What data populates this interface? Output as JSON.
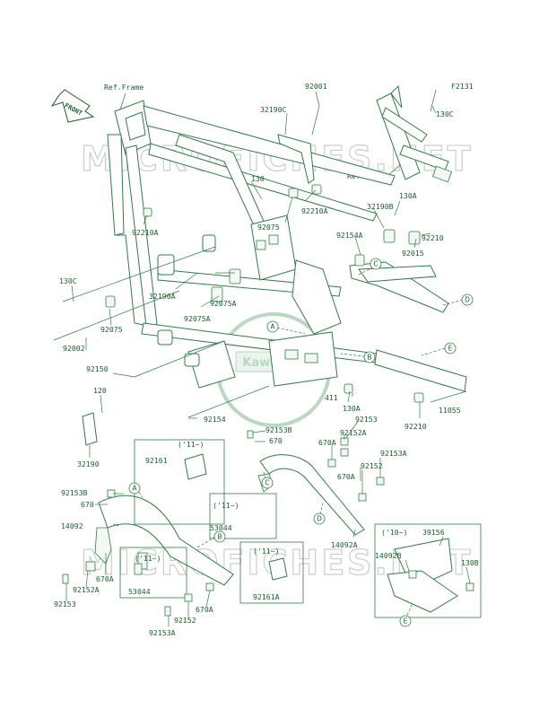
{
  "figure_code": "F2131",
  "front_label": "FRONT",
  "ref_frame_label": "Ref.Frame",
  "watermark_text": "MICROFICHES.NET",
  "logo_text": "Kawasaki",
  "accent_color": "#2e7d45",
  "part_labels": {
    "p92001": "92001",
    "p32190C": "32190C",
    "p130_top": "130",
    "p92210A_mid": "92210A",
    "p92075_top": "92075",
    "p92210A_left": "92210A",
    "p130C_right": "130C",
    "p130A_right": "130A",
    "p32190B": "32190B",
    "p92210_right": "92210",
    "p92154A": "92154A",
    "p92015": "92015",
    "p130C_left": "130C",
    "p32190A": "32190A",
    "p92075A_1": "92075A",
    "p92075A_2": "92075A",
    "p92075_left": "92075",
    "p92002": "92002",
    "p92150": "92150",
    "p120": "120",
    "p92154": "92154",
    "p411": "411",
    "p130A_mid": "130A",
    "p92153_mid": "92153",
    "p92210_mid": "92210",
    "p11055": "11055",
    "p32190": "32190",
    "p92153B_top": "92153B",
    "p670_top": "670",
    "p92152A_mid": "92152A",
    "p670A_mid": "670A",
    "p92153A_right": "92153A",
    "p92152_right": "92152",
    "p670A_right": "670A",
    "p14092A": "14092A",
    "p92161": "92161",
    "p92153B_left": "92153B",
    "p670_left": "670",
    "p14092": "14092",
    "p53044_center": "53044",
    "p53044_left": "53044",
    "p670A_left": "670A",
    "p92152A_left": "92152A",
    "p92153_left": "92153",
    "p92161A": "92161A",
    "p670A_bottom": "670A",
    "p92152_bottom": "92152",
    "p92153A_bottom": "92153A",
    "p39156": "39156",
    "p14092B": "14092B",
    "p130B": "130B"
  },
  "year_notes": {
    "y11_a": "('11~)",
    "y11_b": "('11~)",
    "y11_c": "('11~)",
    "y11_d": "('11~)",
    "y10": "('10~)"
  },
  "callouts": {
    "c_A1": "A",
    "c_A2": "A",
    "c_B1": "B",
    "c_B2": "B",
    "c_C1": "C",
    "c_C2": "C",
    "c_D1": "D",
    "c_D2": "D",
    "c_E1": "E",
    "c_E2": "E"
  }
}
